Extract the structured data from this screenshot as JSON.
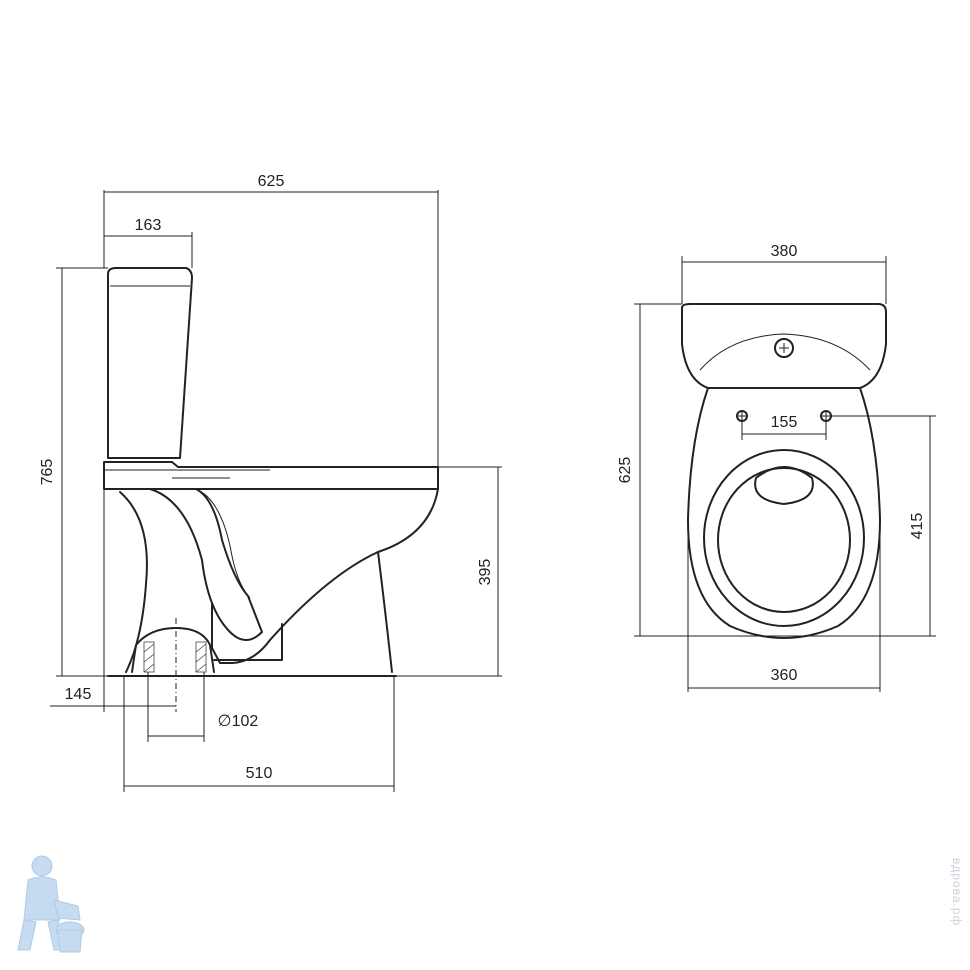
{
  "colors": {
    "line": "#222222",
    "watermark": "#bcd6ee",
    "background": "#ffffff"
  },
  "side_view": {
    "overall_length": "625",
    "tank_depth": "163",
    "overall_height": "765",
    "bowl_height": "395",
    "outlet_offset": "145",
    "outlet_diameter": "∅102",
    "base_length": "510"
  },
  "top_view": {
    "tank_width": "380",
    "overall_depth": "625",
    "bolt_spacing": "155",
    "bowl_depth": "415",
    "bowl_width": "360"
  },
  "watermark": {
    "site": "вдрова.рф",
    "icon": "plumber-mascot-icon"
  }
}
